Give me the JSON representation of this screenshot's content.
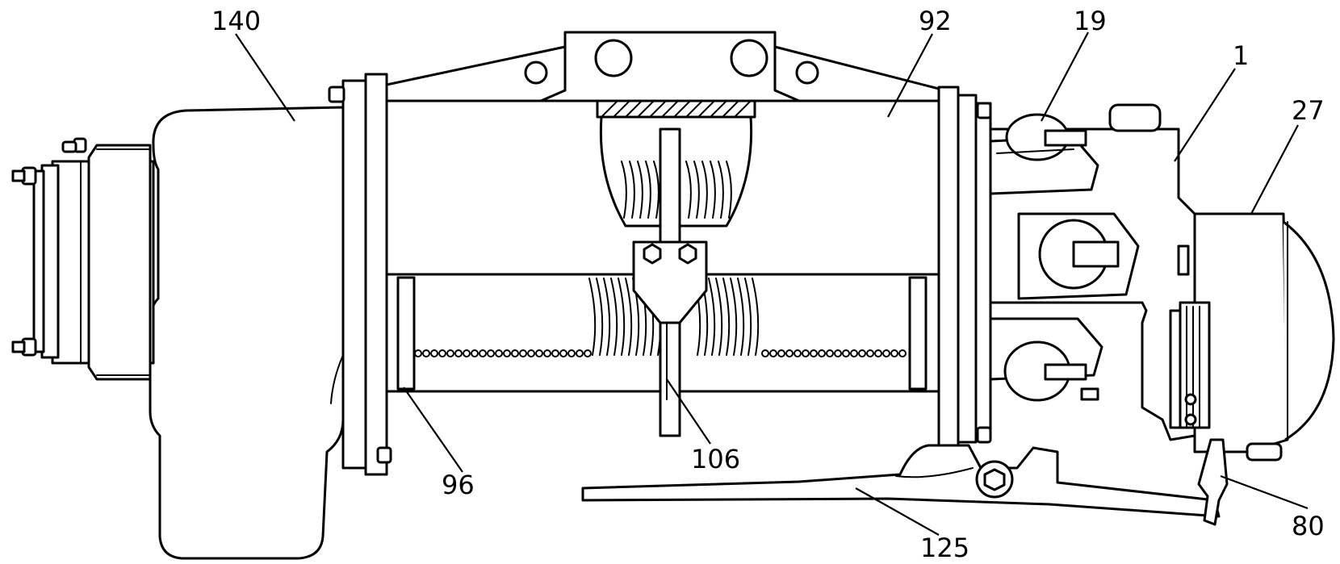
{
  "labels": {
    "l140": "140",
    "l92": "92",
    "l19": "19",
    "l1": "1",
    "l27": "27",
    "l96": "96",
    "l106": "106",
    "l125": "125",
    "l80": "80"
  }
}
